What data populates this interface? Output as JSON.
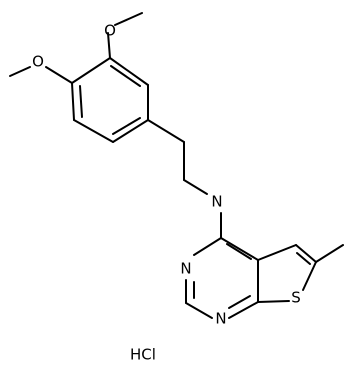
{
  "molecule": {
    "atoms": {
      "o_meta": "O",
      "o_para": "O",
      "nh": "N",
      "n_pyr_top": "N",
      "n_pyr_bottom": "N",
      "s": "S"
    },
    "salt": "HCl"
  },
  "colors": {
    "bond": "#000000",
    "text": "#000000",
    "background": "#ffffff"
  }
}
